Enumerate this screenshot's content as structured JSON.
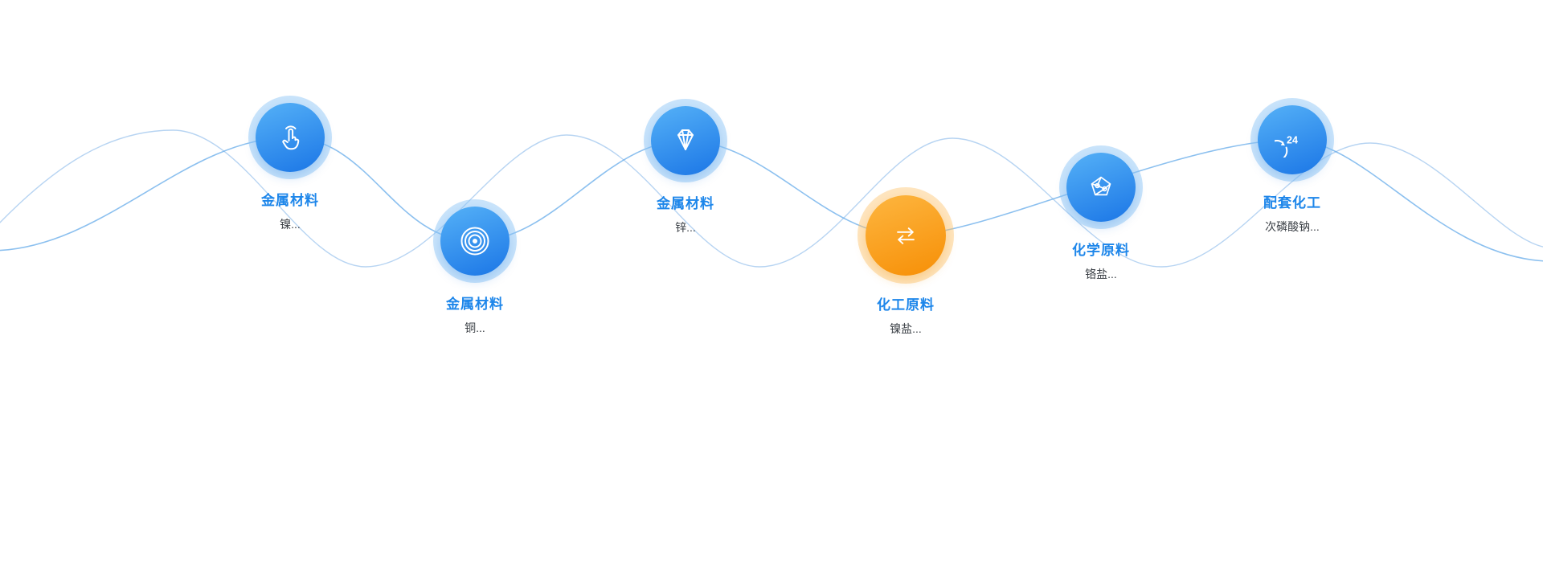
{
  "page": {
    "background": "#ffffff",
    "description_type": "product-category wave section"
  },
  "palette": {
    "node_blue_top": "#55b1f7",
    "node_blue_bottom": "#1b76e6",
    "node_orange_top": "#fdb640",
    "node_orange_bottom": "#f78f06",
    "halo_blue": "rgba(147,201,247,0.5)",
    "halo_orange": "rgba(252,198,112,0.45)",
    "label_blue": "#1d86ea",
    "subtitle_color": "#3a3f45",
    "wave_primary": "#66abe9",
    "wave_secondary": "#aacdf0",
    "icon_color": "#ffffff"
  },
  "nodes": [
    {
      "label": "金属材料",
      "subtitle": "镍...",
      "icon": "tap-icon",
      "color": "blue"
    },
    {
      "label": "金属材料",
      "subtitle": "铜...",
      "icon": "ripple-target-icon",
      "color": "blue"
    },
    {
      "label": "金属材料",
      "subtitle": "锌...",
      "icon": "diamond-icon",
      "color": "blue"
    },
    {
      "label": "化工原料",
      "subtitle": "镍盐...",
      "icon": "exchange-arrows-icon",
      "color": "orange"
    },
    {
      "label": "化学原料",
      "subtitle": "铬盐...",
      "icon": "pentagon-molecule-icon",
      "color": "blue"
    },
    {
      "label": "配套化工",
      "subtitle": "次磷酸钠...",
      "icon": "clock-24-icon",
      "color": "blue",
      "icon_text": "24"
    }
  ]
}
